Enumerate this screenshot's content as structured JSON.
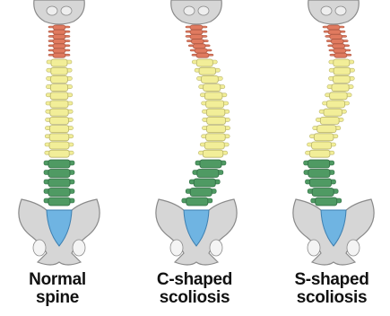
{
  "figure": {
    "spines": [
      {
        "key": "normal",
        "caption_line1": "Normal",
        "caption_line2": "spine"
      },
      {
        "key": "c_shaped",
        "caption_line1": "C-shaped",
        "caption_line2": "scoliosis"
      },
      {
        "key": "s_shaped",
        "caption_line1": "S-shaped",
        "caption_line2": "scoliosis"
      }
    ],
    "colors": {
      "cervical": "#e07a5f",
      "thoracic": "#f2ee98",
      "lumbar": "#4f9a63",
      "sacrum": "#6fb4e2",
      "bone": "#d6d6d6",
      "bone_outline": "#8a8a8a"
    }
  }
}
